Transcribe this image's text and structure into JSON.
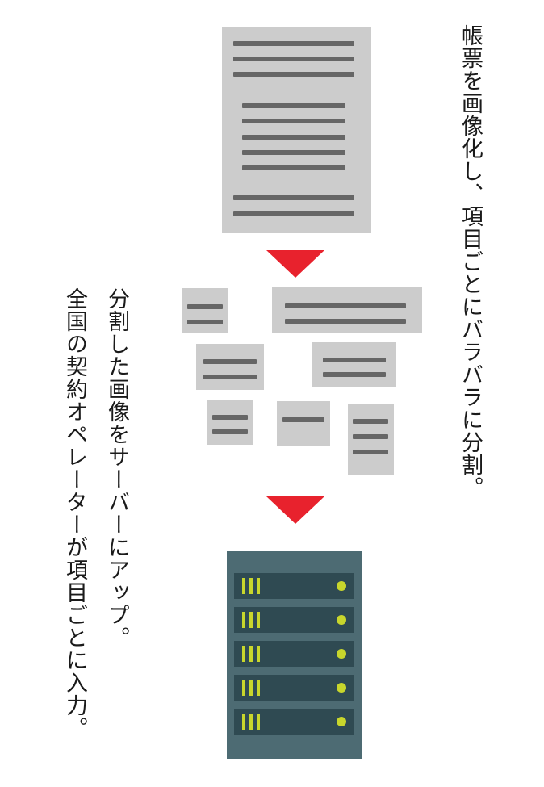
{
  "captions": {
    "step1": "帳票を画像化し、項目ごとにバラバラに分割。",
    "step2_line1": "分割した画像をサーバーにアップ。",
    "step2_line2": "全国の契約オペレーターが項目ごとに入力。"
  },
  "colors": {
    "paper": "#cccccc",
    "text_line": "#666666",
    "arrow": "#e8222d",
    "server_body": "#4d6b73",
    "server_slot": "#2f4a52",
    "indicator": "#c8d62c"
  },
  "icons": [
    "document-icon",
    "down-arrow-icon",
    "fragment-icon",
    "server-icon"
  ]
}
